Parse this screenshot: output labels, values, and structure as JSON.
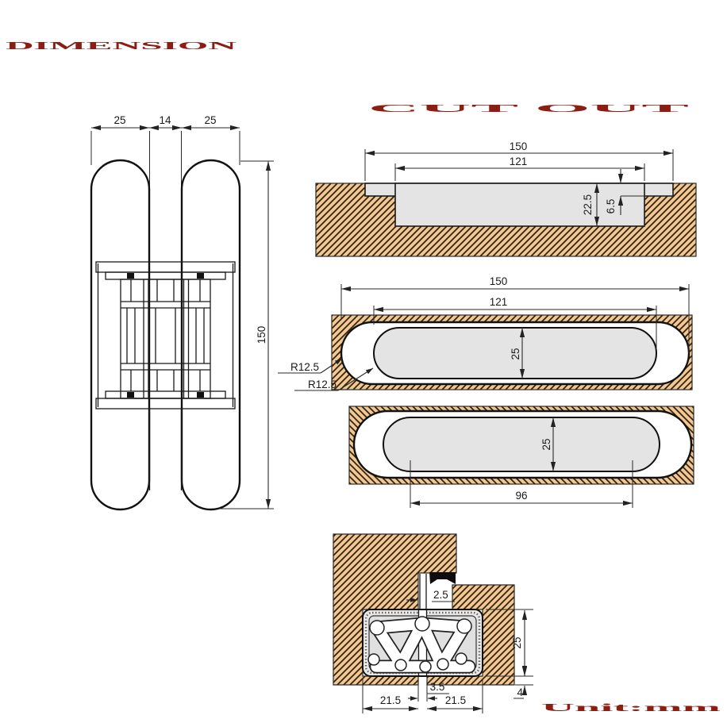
{
  "titles": {
    "main": "DIMENSION",
    "sub": "CUT OUT",
    "unit": "Unit:mm"
  },
  "colors": {
    "title_red": "#8b1d12",
    "wood_tan": "#f3c791",
    "hatch_line": "#2e2212",
    "recess_gray": "#e4e4e4",
    "line": "#1a1a1a"
  },
  "front_view": {
    "dim_left_leaf": "25",
    "dim_center": "14",
    "dim_right_leaf": "25",
    "dim_height": "150"
  },
  "depth_section": {
    "dim_overall": "150",
    "dim_inner": "121",
    "dim_depth": "22.5",
    "dim_lip_depth": "6.5"
  },
  "cutout_plan_upper": {
    "dim_overall": "150",
    "dim_inner": "121",
    "dim_width": "25",
    "radius_outer": "R12.5",
    "radius_inner": "R12.5"
  },
  "cutout_plan_lower": {
    "dim_width": "25",
    "dim_straight": "96"
  },
  "closed_section": {
    "dim_gap": "2.5",
    "dim_depth": "25",
    "dim_bottom": "4",
    "dim_center_gap": "3.5",
    "dim_left": "21.5",
    "dim_right": "21.5"
  }
}
